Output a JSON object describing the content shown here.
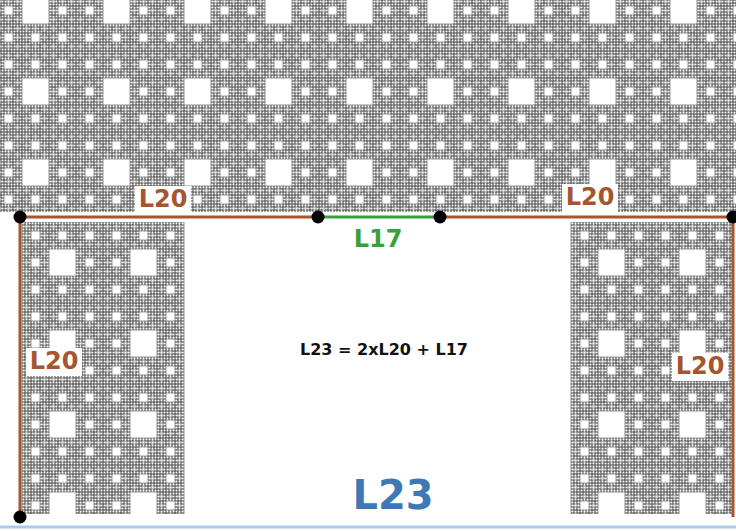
{
  "diagram": {
    "labels": [
      "L20",
      "L20",
      "L17",
      "L20",
      "L23 = 2xL20 + L17",
      "L20",
      "L23"
    ]
  }
}
